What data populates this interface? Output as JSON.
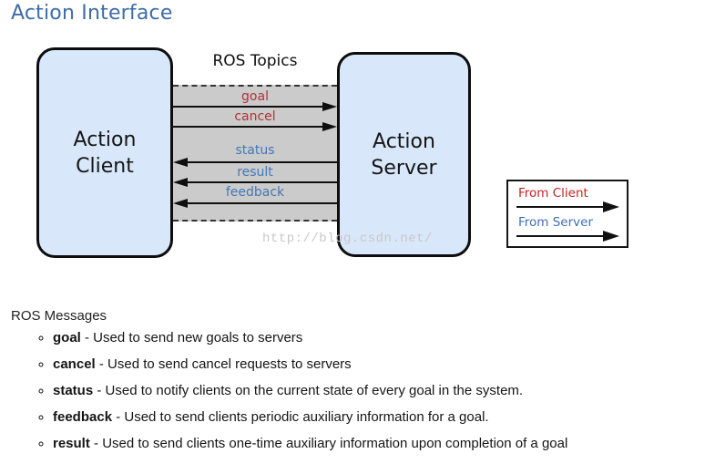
{
  "page": {
    "title": "Action Interface"
  },
  "diagram": {
    "band_title": "ROS Topics",
    "client_box": "Action\nClient",
    "server_box": "Action\nServer",
    "topics": [
      {
        "label": "goal",
        "from": "client",
        "color": "#b23232"
      },
      {
        "label": "cancel",
        "from": "client",
        "color": "#b23232"
      },
      {
        "label": "status",
        "from": "server",
        "color": "#4577b6"
      },
      {
        "label": "result",
        "from": "server",
        "color": "#4577b6"
      },
      {
        "label": "feedback",
        "from": "server",
        "color": "#4577b6"
      }
    ],
    "legend": [
      {
        "label": "From Client",
        "color": "#c62222"
      },
      {
        "label": "From Server",
        "color": "#3f6fb5"
      }
    ],
    "watermark": "http://blog.csdn.net/"
  },
  "messages": {
    "heading": "ROS Messages",
    "items": [
      {
        "term": "goal",
        "desc": " - Used to send new goals to servers"
      },
      {
        "term": "cancel",
        "desc": " - Used to send cancel requests to servers"
      },
      {
        "term": "status",
        "desc": " - Used to notify clients on the current state of every goal in the system."
      },
      {
        "term": "feedback",
        "desc": " - Used to send clients periodic auxiliary information for a goal."
      },
      {
        "term": "result",
        "desc": " - Used to send clients one-time auxiliary information upon completion of a goal"
      }
    ]
  },
  "colors": {
    "title": "#3c6da8",
    "box_fill": "#d8e7fa",
    "band_fill": "#cbcbcb",
    "from_client_red": "#b23232",
    "from_server_blue": "#4577b6",
    "watermark_gray": "#c8c8c8"
  }
}
